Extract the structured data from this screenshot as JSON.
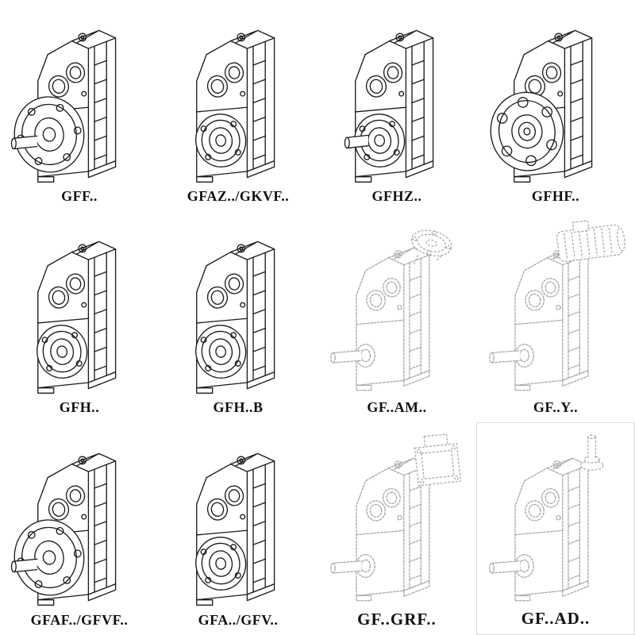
{
  "page": {
    "background": "#ffffff",
    "description": "Catalog grid of parallel-shaft helical gear reducer model variants, isometric line drawings with bold model-code captions"
  },
  "colors": {
    "line": "#1a1a1a",
    "ghost_line": "#a3a3a3",
    "box_border": "#d9d9d9",
    "label_text": "#111111"
  },
  "catalog": {
    "items": [
      {
        "label": "GFF..",
        "drawing": "gearbox-output-flange-with-solid-shaft",
        "style": "solid"
      },
      {
        "label": "GFAZ../GKVF..",
        "drawing": "gearbox-hollow-output-shaft",
        "style": "solid"
      },
      {
        "label": "GFHZ..",
        "drawing": "gearbox-hollow-shaft-with-stub",
        "style": "solid"
      },
      {
        "label": "GFHF..",
        "drawing": "gearbox-front-output-flange",
        "style": "solid"
      },
      {
        "label": "GFH..",
        "drawing": "gearbox-hollow-output-shaft",
        "style": "solid"
      },
      {
        "label": "GFH..B",
        "drawing": "gearbox-hollow-output-shaft-b",
        "style": "solid"
      },
      {
        "label": "GF..AM..",
        "drawing": "gearbox-with-iec-motor-adapter-flange",
        "style": "ghost"
      },
      {
        "label": "GF..Y..",
        "drawing": "gearbox-with-mounted-motor",
        "style": "ghost"
      },
      {
        "label": "GFAF../GFVF..",
        "drawing": "gearbox-output-flange-with-solid-shaft",
        "style": "solid"
      },
      {
        "label": "GFA../GFV..",
        "drawing": "gearbox-hollow-output-shaft",
        "style": "solid"
      },
      {
        "label": "GF..GRF..",
        "drawing": "gearbox-with-input-adapter-block",
        "style": "ghost"
      },
      {
        "label": "GF..AD..",
        "drawing": "gearbox-with-top-input-shaft",
        "style": "ghost"
      }
    ]
  }
}
